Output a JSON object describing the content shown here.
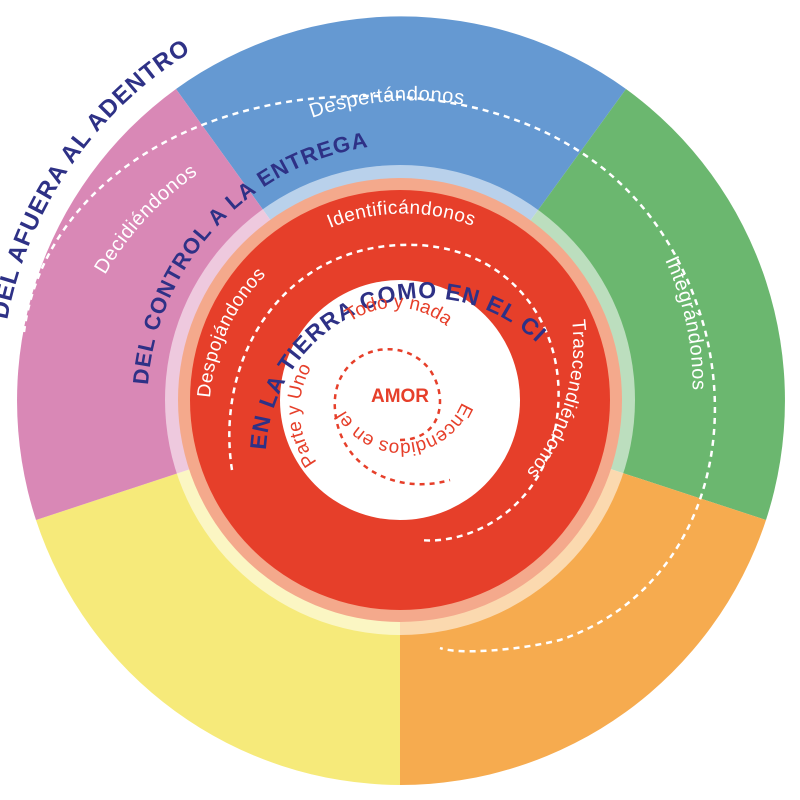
{
  "colors": {
    "blue": "#6599d2",
    "green": "#6bb76f",
    "orange": "#f6ab4f",
    "yellow": "#f6ea7a",
    "pink": "#d988b6",
    "red": "#e63f2a",
    "navy": "#2e3186",
    "white": "#ffffff"
  },
  "outer_ring": {
    "title": "DEL AFUERA AL ADENTRO",
    "segments": {
      "top": "Despertándonos",
      "right": "Integrándonos",
      "left": "Decidiéndonos"
    }
  },
  "middle_ring": {
    "title": "DEL CONTROL A LA ENTREGA"
  },
  "red_ring": {
    "title": "EN LA TIERRA COMO EN EL CIELO",
    "labels": {
      "top": "Identificándonos",
      "left": "Despojándonos",
      "right": "Trascendiéndonos"
    }
  },
  "core": {
    "center": "AMOR",
    "top": "Todo y nada",
    "left": "Parte y Uno",
    "bottom": "Encendidos en el"
  }
}
